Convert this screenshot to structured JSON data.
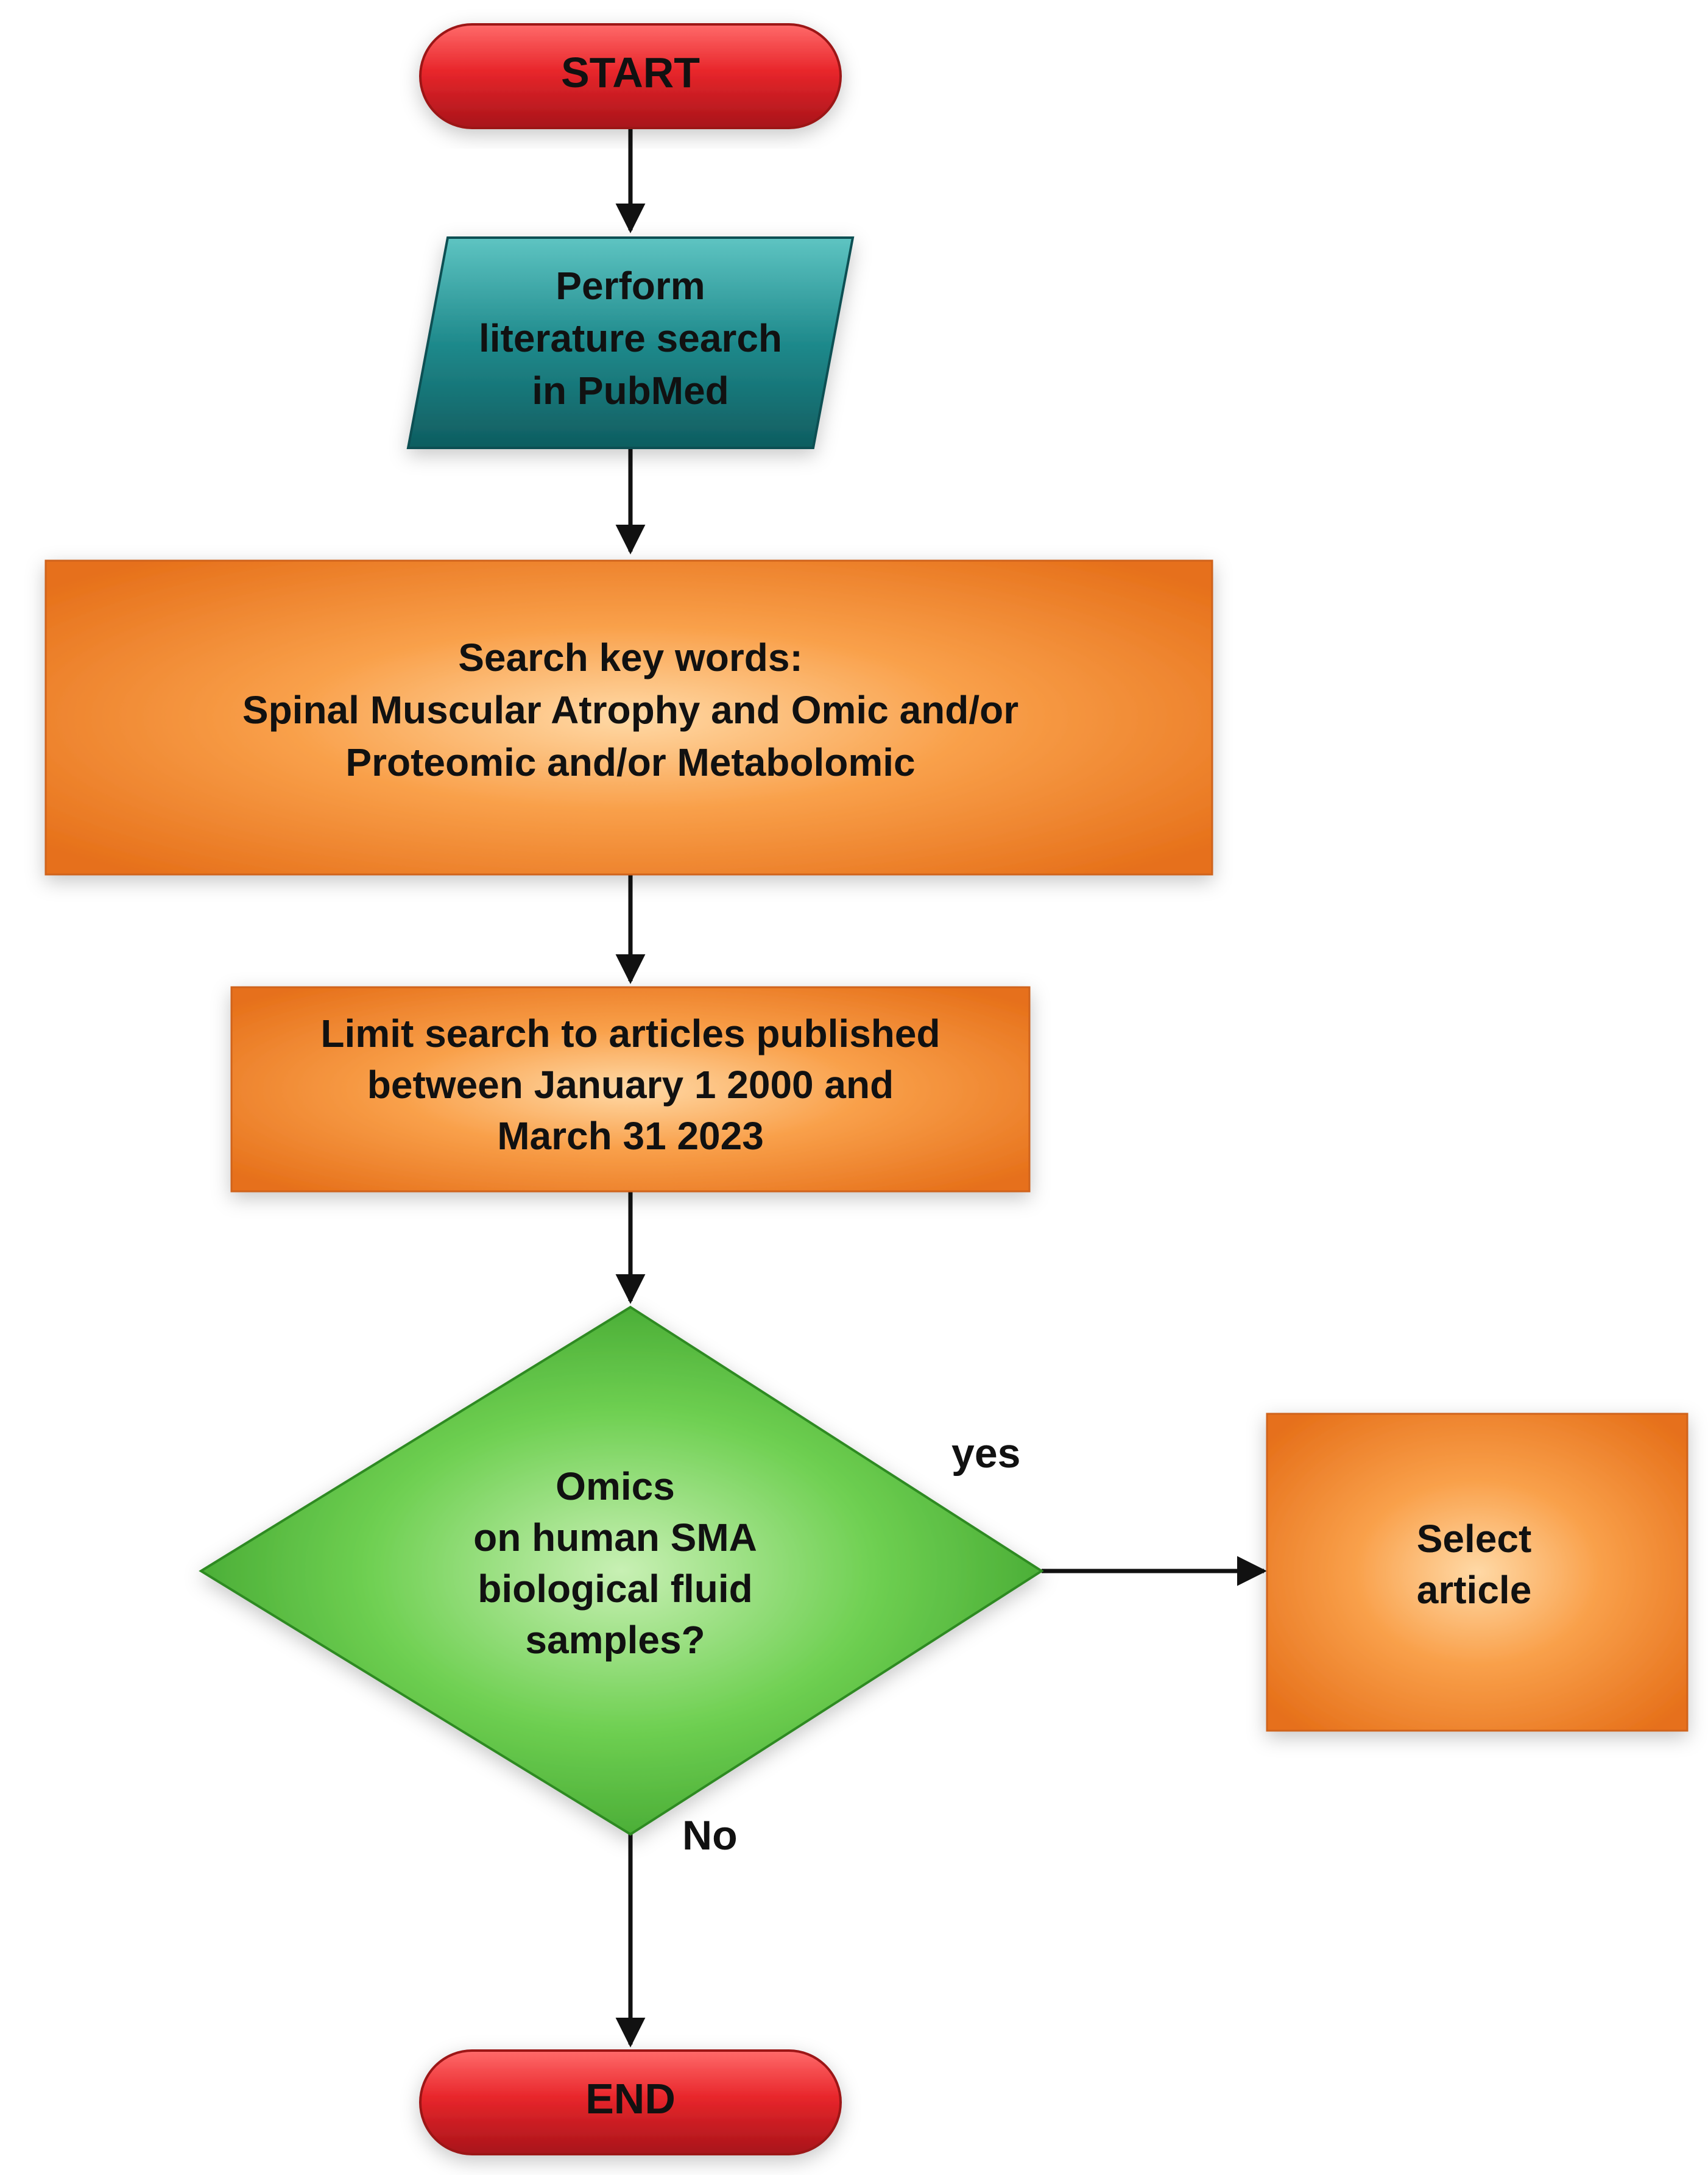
{
  "diagram": {
    "nodes": {
      "start": {
        "lines": [
          "START"
        ]
      },
      "search": {
        "lines": [
          "Perform",
          "literature search",
          "in PubMed"
        ]
      },
      "keywords": {
        "lines": [
          "Search key words:",
          "Spinal Muscular Atrophy and Omic and/or",
          "Proteomic and/or Metabolomic"
        ]
      },
      "limit": {
        "lines": [
          "Limit search to articles published",
          "between January 1 2000 and",
          "March 31 2023"
        ]
      },
      "decision": {
        "lines": [
          "Omics",
          "on human SMA",
          "biological fluid",
          "samples?"
        ]
      },
      "select": {
        "lines": [
          "Select",
          "article"
        ]
      },
      "end": {
        "lines": [
          "END"
        ]
      }
    },
    "edges": {
      "yes_label": "yes",
      "no_label": "No"
    }
  },
  "colors": {
    "terminal": "#e8262b",
    "input": "#1f8a8c",
    "process": "#f58220",
    "decision": "#4fbf3a",
    "arrow": "#111111"
  }
}
